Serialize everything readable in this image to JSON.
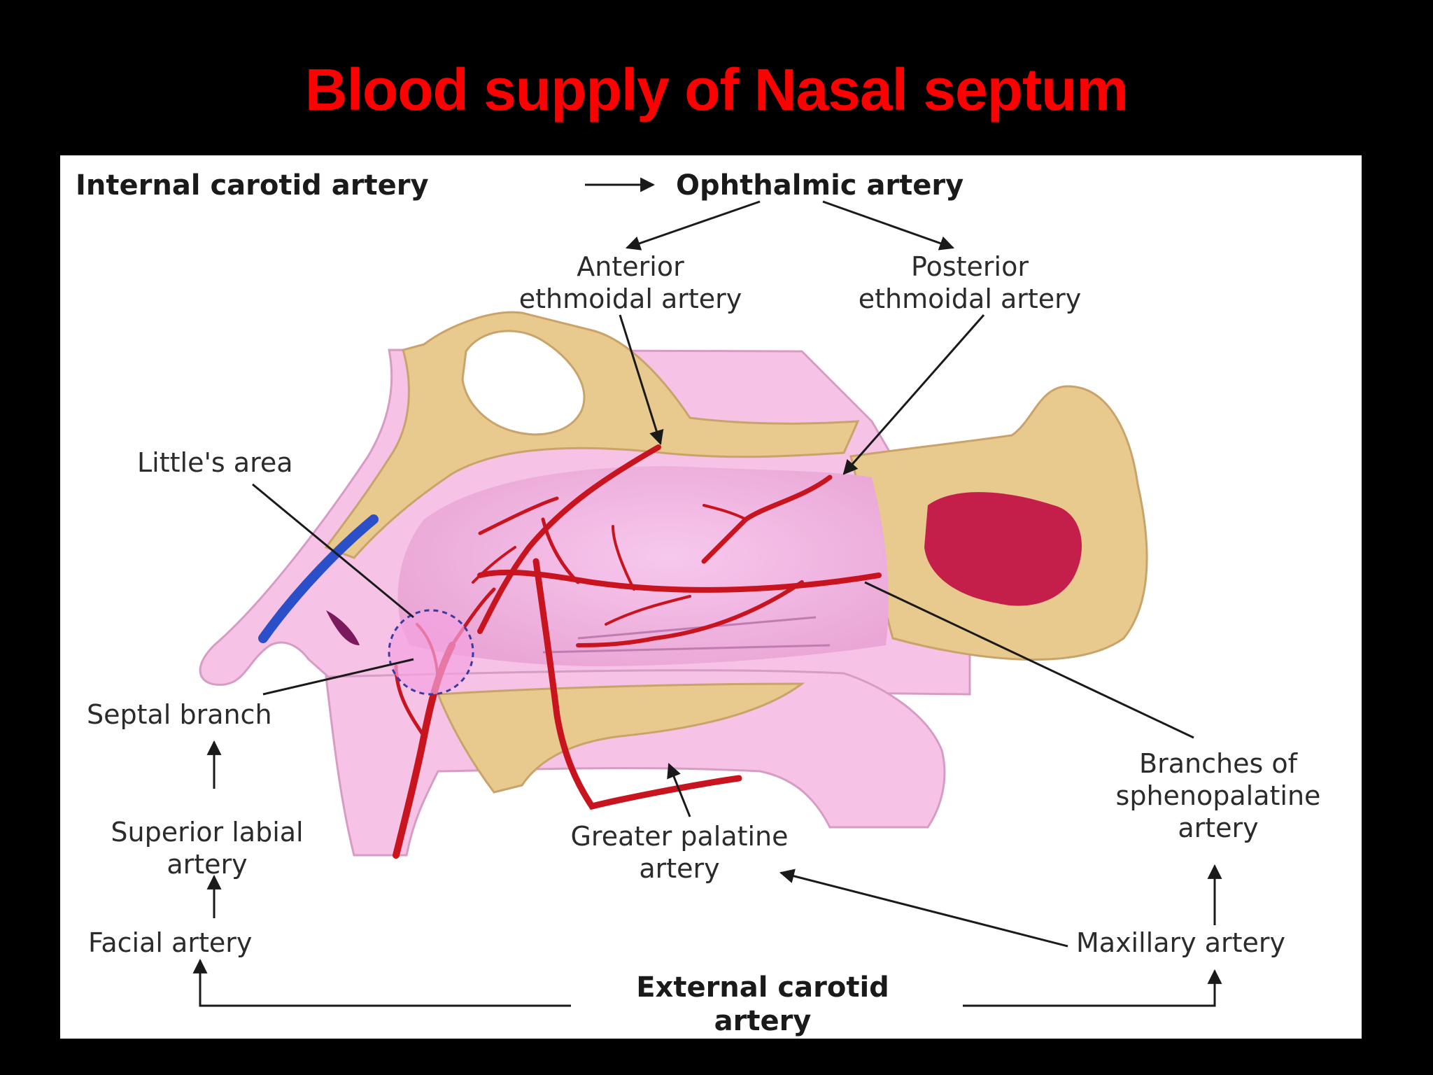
{
  "title": "Blood supply of Nasal septum",
  "labels": {
    "internal_carotid": "Internal carotid artery",
    "ophthalmic": "Ophthalmic artery",
    "anterior_ethmoidal_1": "Anterior",
    "anterior_ethmoidal_2": "ethmoidal artery",
    "posterior_ethmoidal_1": "Posterior",
    "posterior_ethmoidal_2": "ethmoidal artery",
    "littles_area": "Little's area",
    "septal_branch": "Septal branch",
    "superior_labial_1": "Superior labial",
    "superior_labial_2": "artery",
    "facial": "Facial artery",
    "greater_palatine_1": "Greater palatine",
    "greater_palatine_2": "artery",
    "sphenopalatine_1": "Branches of",
    "sphenopalatine_2": "sphenopalatine",
    "sphenopalatine_3": "artery",
    "maxillary": "Maxillary artery",
    "external_carotid_1": "External carotid",
    "external_carotid_2": "artery"
  },
  "colors": {
    "title": "#ff0000",
    "artery": "#c8141e",
    "mucosa": "#f3b6dc",
    "bone": "#e8c98e",
    "vein": "#2b4fc8",
    "sinus": "#c41e4a"
  }
}
